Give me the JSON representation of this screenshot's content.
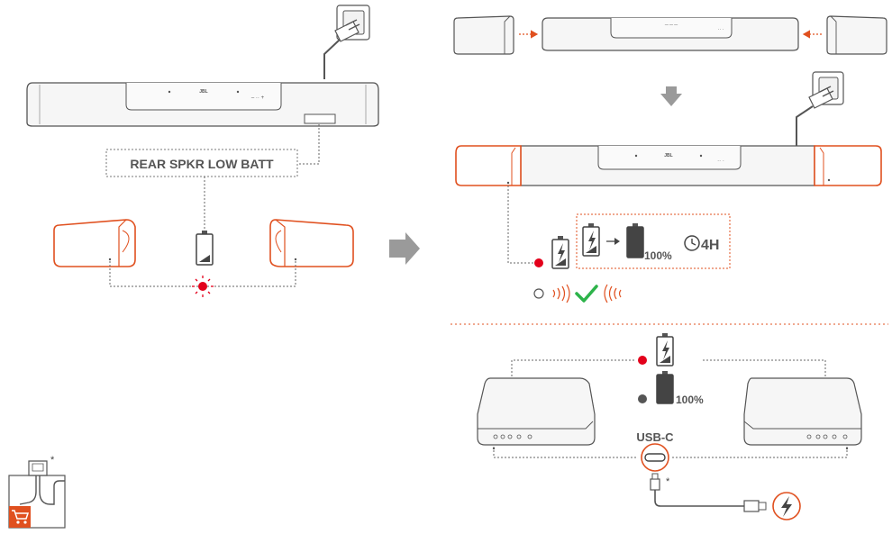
{
  "status_label": "REAR SPKR LOW BATT",
  "charge": {
    "full_percent_top": "100%",
    "duration": "4H",
    "full_percent_bottom": "100%"
  },
  "port": {
    "name": "USB-C",
    "footnote_mark_cable": "*",
    "footnote_mark_shop": "*"
  },
  "brand": {
    "logo_main": "JBL",
    "logo_right": "JBL"
  },
  "colors": {
    "accent": "#e0501f",
    "led_red": "#e3001b",
    "check_green": "#2db34a",
    "line_gray": "#555555",
    "device_fill": "#f6f6f6",
    "arrow_gray": "#9a9a9a"
  }
}
